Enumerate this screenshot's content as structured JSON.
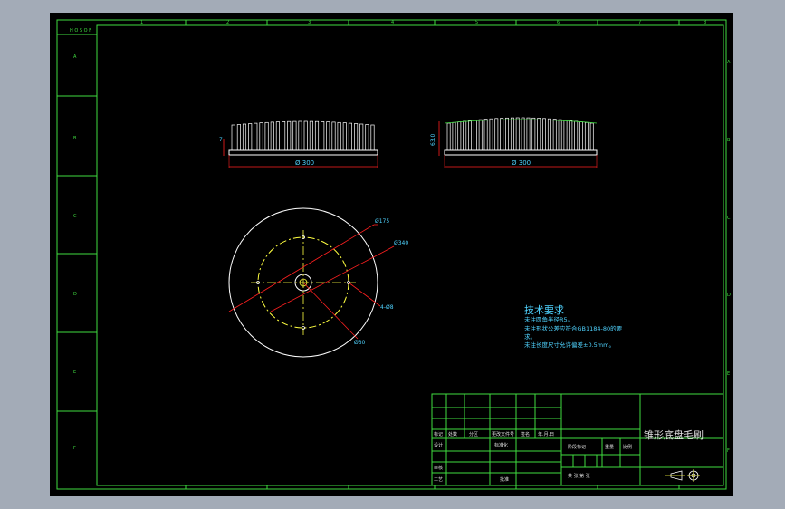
{
  "drawing": {
    "dims": {
      "front_diameter": "Ø 300",
      "side_diameter": "Ø 300",
      "fin_gap": "7",
      "height": "63.0",
      "d_outer": "Ø175",
      "d_mid": "Ø340",
      "holes": "4-Ø8",
      "d_hub": "Ø30"
    },
    "notes": {
      "heading": "技术要求",
      "line1": "未注圆角半径R5。",
      "line2": "未注形状公差应符合GB1184-80的要",
      "line2b": "求。",
      "line3": "未注长度尺寸允许偏差±0.5mm。"
    },
    "title_block": {
      "name": "锥形底盘毛刷",
      "h_mark": "标记",
      "h_count": "处数",
      "h_zone": "分区",
      "h_doc": "更改文件号",
      "h_sign": "签名",
      "h_date": "年.月.日",
      "h_design": "设计",
      "h_std": "标准化",
      "h_stage": "阶段标记",
      "h_weight": "重量",
      "h_scale": "比例",
      "h_audit": "审核",
      "h_process": "工艺",
      "h_approve": "批准",
      "h_sheets": "共 张 第 张"
    },
    "frame": {
      "columns": [
        "1",
        "2",
        "3",
        "4",
        "5",
        "6",
        "7",
        "8"
      ],
      "rows": [
        "A",
        "B",
        "C",
        "D",
        "E",
        "F"
      ],
      "corner": "H O S O F"
    },
    "colors": {
      "frame": "#3fdc3f",
      "outline": "#ffffff",
      "dim": "#ff2020",
      "center": "#ffff40",
      "text": "#4fd3ff"
    }
  }
}
